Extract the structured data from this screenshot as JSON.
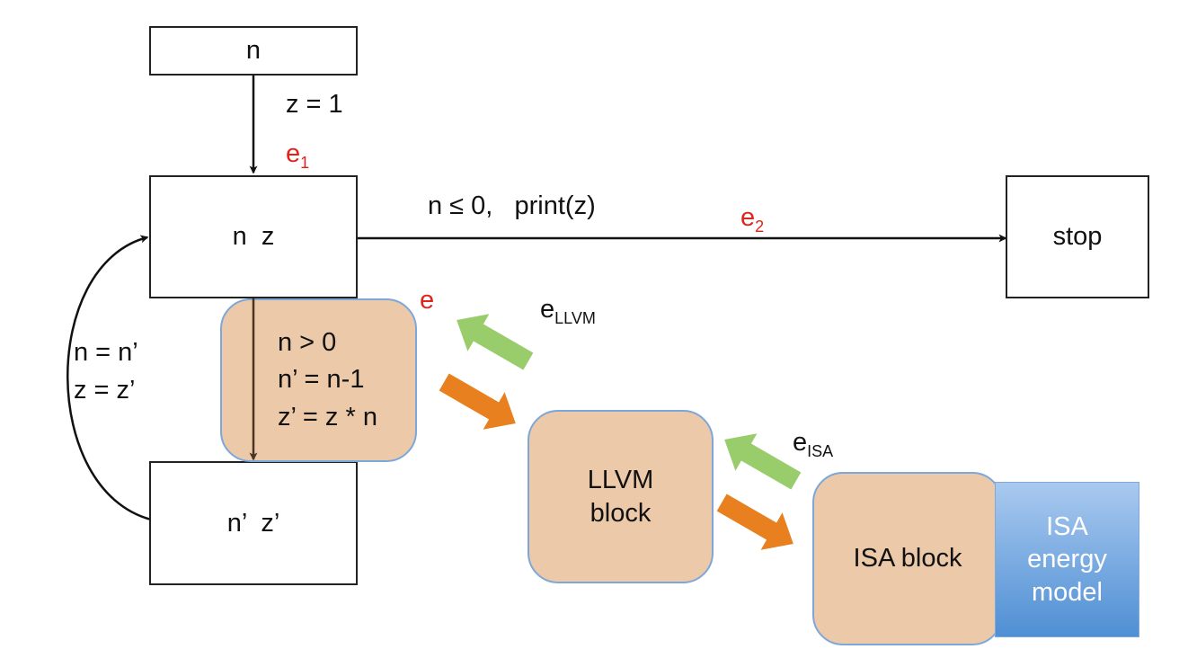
{
  "nodes": {
    "start": "n",
    "loop": "n  z",
    "stop": "stop",
    "next": "n’  z’"
  },
  "edges": {
    "init_label": "z = 1",
    "e1": {
      "base": "e",
      "sub": "1"
    },
    "exit_label": "n ≤ 0,   print(z)",
    "e2": {
      "base": "e",
      "sub": "2"
    },
    "back_lines": [
      "n = n’",
      "z = z’"
    ],
    "e": "e"
  },
  "step_block": {
    "lines": [
      "n > 0",
      "n’ = n-1",
      "z’ = z * n"
    ]
  },
  "llvm": {
    "lines": [
      "LLVM",
      "block"
    ],
    "feedback": {
      "base": "e",
      "sub": "LLVM"
    }
  },
  "isa": {
    "label": "ISA block",
    "feedback": {
      "base": "e",
      "sub": "ISA"
    }
  },
  "energy_model": {
    "lines": [
      "ISA",
      "energy",
      "model"
    ]
  },
  "colors": {
    "block_fill": "#ecc9a8",
    "block_border": "#7da7d9",
    "forward_arrow": "#e8801f",
    "feedback_arrow": "#99cc6b",
    "energy_model_fill": "#4f8fd4",
    "edge_label_red": "#e0241b"
  }
}
